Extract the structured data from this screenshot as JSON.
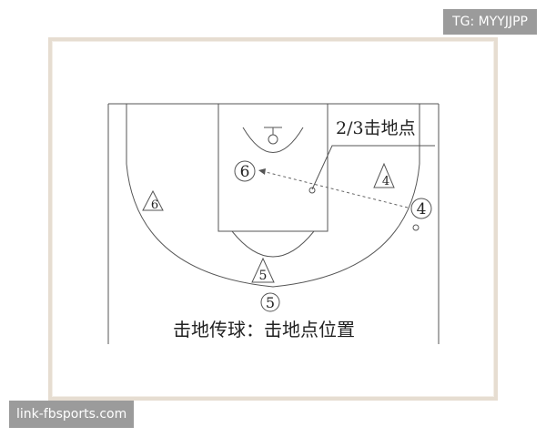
{
  "watermark_tag": "TG: MYYJJPP",
  "source_tag": "link-fbsports.com",
  "diagram": {
    "callout_label": "2/3击地点",
    "caption": "击地传球：击地点位置",
    "players": [
      {
        "key": "o6",
        "number": "6",
        "shape": "circle"
      },
      {
        "key": "o4",
        "number": "4",
        "shape": "circle"
      },
      {
        "key": "o5",
        "number": "5",
        "shape": "circle"
      },
      {
        "key": "d6",
        "number": "6",
        "shape": "triangle"
      },
      {
        "key": "d4",
        "number": "4",
        "shape": "triangle"
      },
      {
        "key": "d5",
        "number": "5",
        "shape": "triangle"
      }
    ]
  },
  "colors": {
    "frame": "#e6ddd1",
    "lines": "#555555",
    "pass": "#666666",
    "tag_bg": "#9b9b9b"
  }
}
